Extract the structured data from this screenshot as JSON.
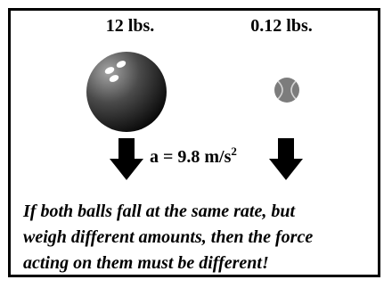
{
  "labels": {
    "heavy_weight": "12 lbs.",
    "light_weight": "0.12 lbs."
  },
  "acceleration": {
    "text": "a = 9.8 m/s",
    "exponent": "2"
  },
  "caption": {
    "line1": "If both balls fall at the same rate, but",
    "line2": "weigh different amounts, then the force",
    "line3": "acting on them must be different!"
  },
  "colors": {
    "border": "#000000",
    "arrow": "#000000",
    "bowling_ball_light": "#9a9a9a",
    "bowling_ball_dark": "#0a0a0a",
    "tennis_ball": "#7a7a7a"
  }
}
